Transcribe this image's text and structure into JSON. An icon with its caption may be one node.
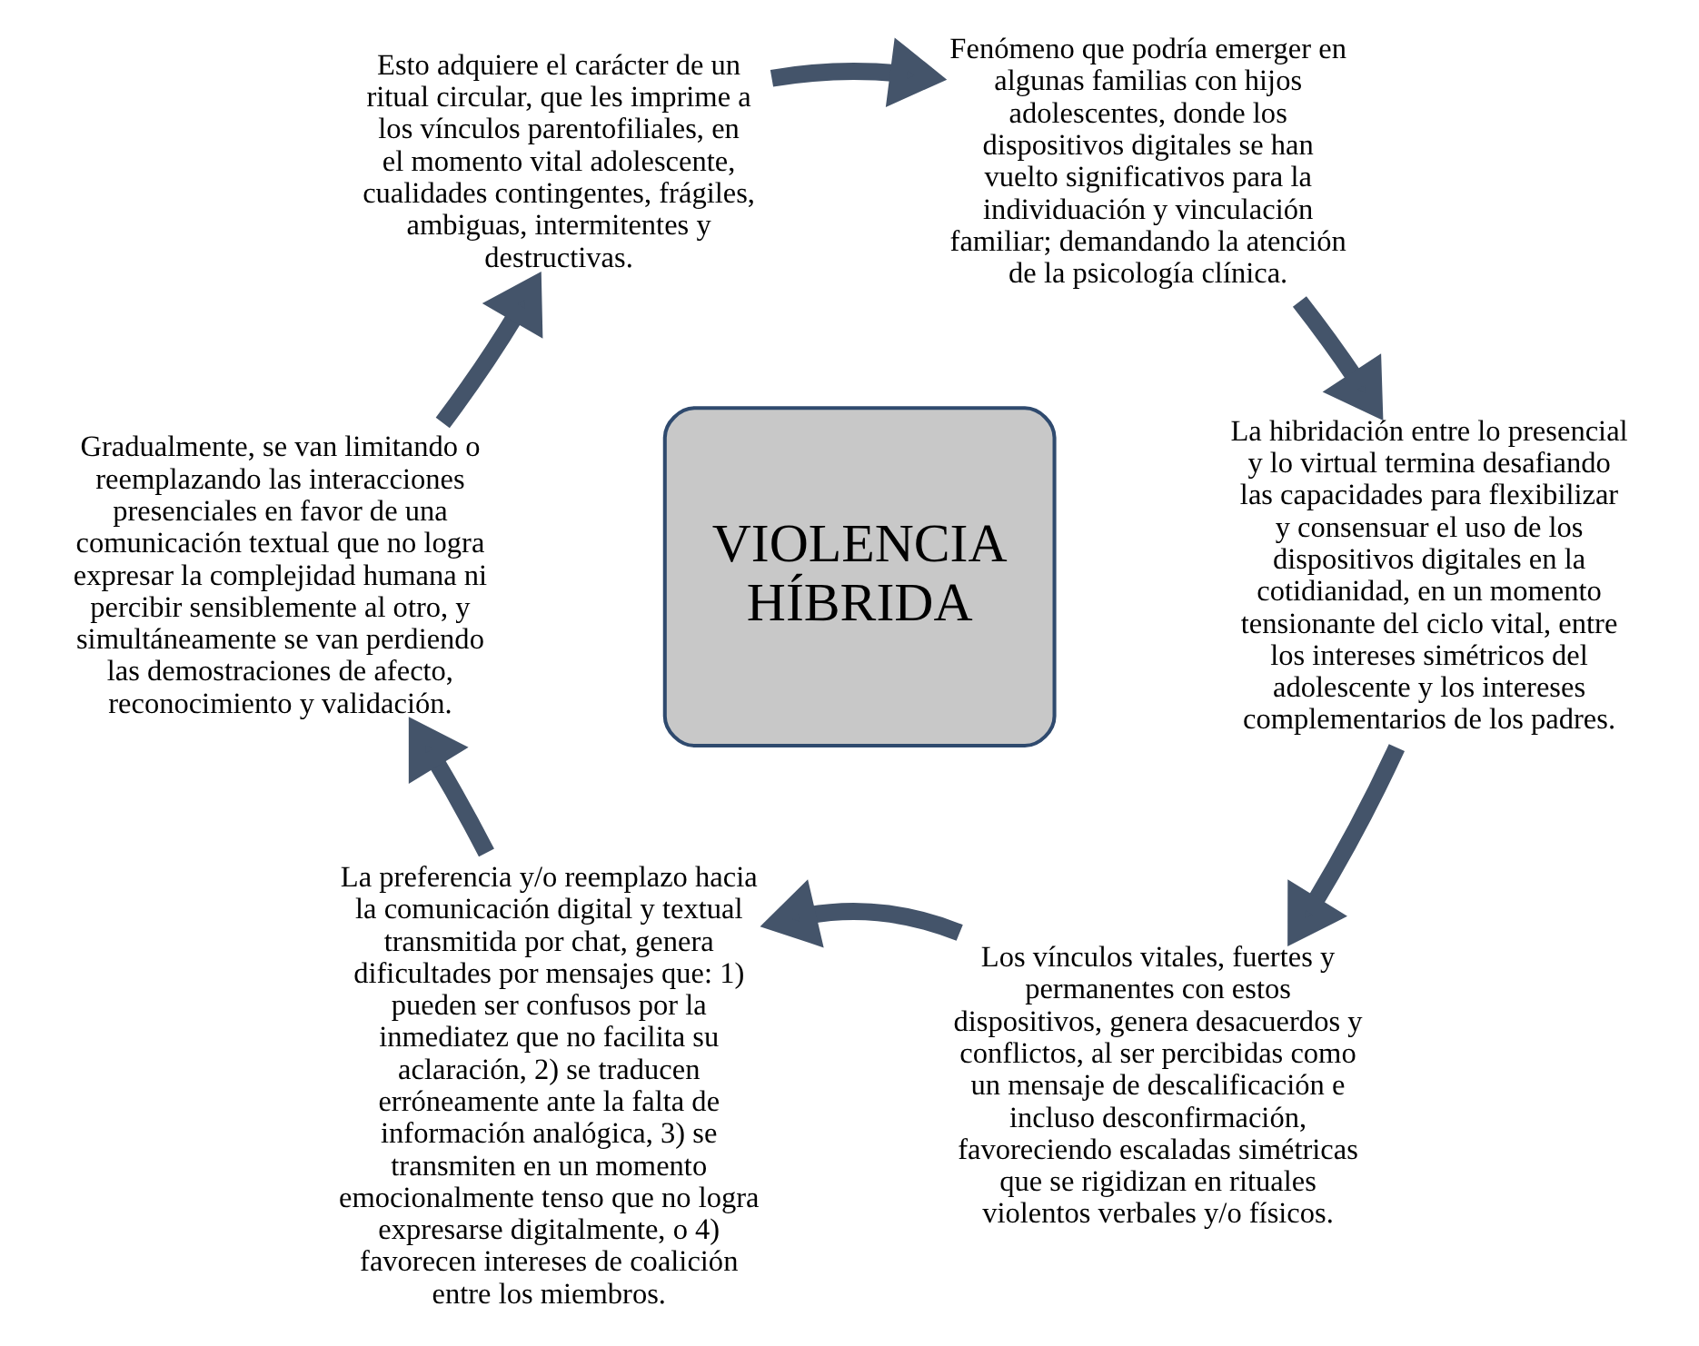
{
  "diagram": {
    "nodes": [
      {
        "text": [
          "Fenómeno que podría emerger en algunas familias con hijos adolescentes, donde los dispositivos digitales se han vuelto significativos para la individuación y vinculación familiar; demandando la atención de la psicología clínica."
        ]
      },
      {
        "text": [
          "La hibridación entre lo presencial y lo virtual termina desafiando las capacidades para flexibilizar y consensuar el uso de los dispositivos digitales en la cotidianidad, en un momento tensionante del ciclo vital, entre los intereses simétricos del adolescente y los intereses complementarios de los padres."
        ]
      },
      {
        "text": [
          "Los vínculos vitales, fuertes y permanentes con estos dispositivos, genera desacuerdos y conflictos, al ser percibidas como un mensaje de descalificación e incluso desconfirmación, favoreciendo escaladas simétricas que se rigidizan en rituales violentos verbales y/o físicos."
        ]
      },
      {
        "text": [
          "La preferencia y/o reemplazo hacia la comunicación digital y textual transmitida por chat, genera dificultades por mensajes que: 1) pueden ser confusos por la inmediatez que no facilita su aclaración, 2) se traducen erróneamente ante la falta de información analógica, 3) se transmiten en un momento emocionalmente tenso que no logra expresarse digitalmente, o 4) favorecen intereses de coalición entre los miembros."
        ]
      },
      {
        "text": [
          "Gradualmente, se van limitando o reemplazando las interacciones presenciales en favor de una comunicación textual que no logra expresar la complejidad humana ni percibir sensiblemente al otro, y simultáneamente se van perdiendo las demostraciones de afecto, reconocimiento y validación."
        ]
      },
      {
        "text": [
          "Esto adquiere el carácter de un ritual circular, que les imprime a los vínculos parentofiliales, en el momento vital adolescente, cualidades contingentes, frágiles, ambiguas, intermitentes y destructivas."
        ]
      },
      {
        "text": [
          "VIOLENCIA HÍBRIDA"
        ]
      }
    ],
    "edges": [
      {
        "from": 0,
        "to": 1,
        "arrow": "to"
      },
      {
        "from": 1,
        "to": 2,
        "arrow": "to"
      },
      {
        "from": 2,
        "to": 3,
        "arrow": "to"
      },
      {
        "from": 3,
        "to": 4,
        "arrow": "to"
      },
      {
        "from": 4,
        "to": 5,
        "arrow": "to"
      },
      {
        "from": 5,
        "to": 0,
        "arrow": "to"
      }
    ]
  }
}
